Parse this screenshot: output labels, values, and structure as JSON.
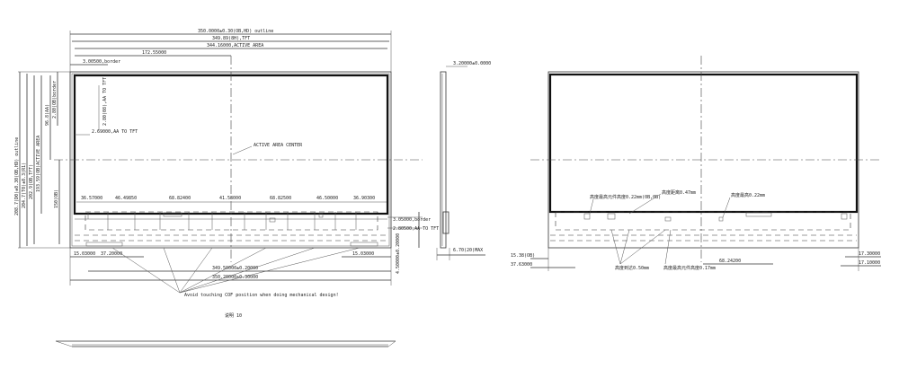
{
  "front_view": {
    "dims_top": {
      "outline": "350.0000±0.30(OB,HD) outline",
      "tft": "349.89(8H),TFT",
      "active_area": "344.16000,ACTIVE AREA",
      "half_width": "172.55000",
      "border": "3.00500,border"
    },
    "dims_left": {
      "outline": "208.7(D0)±0.30(OB,HD) outline",
      "tft": "204.7(T0)±0.3(R1)",
      "tft2": "202.9(OB,TFT)",
      "active_area": "193.59(OB)ACTIVE AREA",
      "border": "2.80(OB)border",
      "half_height": "96.8(AA)",
      "lower": "150(OB)"
    },
    "labels": {
      "aa_top": "2.80(08),AA TO TFT",
      "aa_left": "2.69000,AA TO TFT",
      "active_center": "ACTIVE AREA CENTER",
      "border_r": "3.05000,border",
      "aa_right": "2.80500,AA TO TFT"
    },
    "pitches": [
      "36.57000",
      "46.49850",
      "68.82400",
      "41.58000",
      "68.82500",
      "46.50000",
      "36.90300"
    ],
    "bottom": {
      "left_offset": "15.03000",
      "span": "37.20000",
      "right_offset": "15.03000",
      "total1": "349.50000±0.20000",
      "total2": "350.20000±0.30000",
      "right_total": "4.50000±0.20000"
    },
    "note": "Avoid touching COF position when doing mechanical design!",
    "caption": "说明 10"
  },
  "side_view": {
    "thickness": "3.20000±0.0000",
    "max_thickness": "6.70(20)MAX"
  },
  "back_view": {
    "labels": {
      "label1": "高度最高元件高度0.22mm(0B,0B)",
      "label2": "高度距离0.47mm",
      "label3": "高度最高0.22mm",
      "label4": "高度到达0.50mm",
      "label5": "高度最高元件高度0.17mm"
    },
    "dims": {
      "left_small": "15.38(OB)",
      "left_big": "37.63000",
      "middle": "68.24200",
      "right_small": "17.30000",
      "right_big": "17.10000"
    }
  }
}
